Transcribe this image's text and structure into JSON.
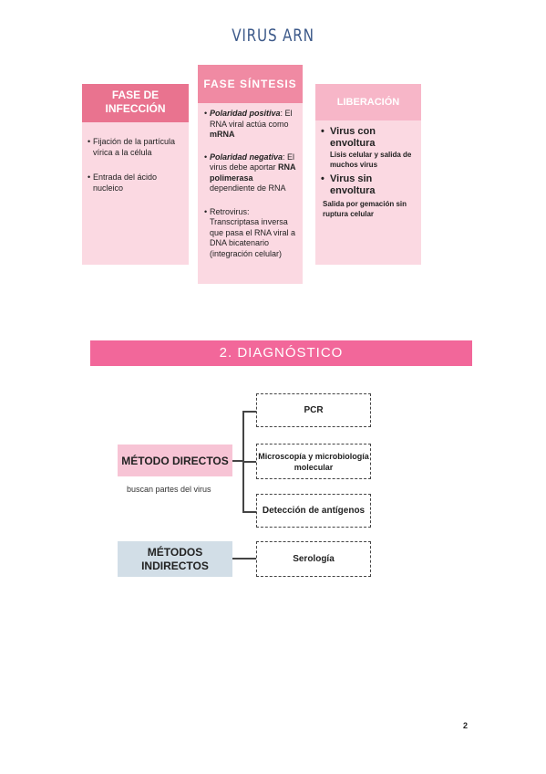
{
  "title": "VIRUS ARN",
  "phases": {
    "infeccion": {
      "label": "FASE DE INFECCIÓN",
      "items": [
        "Fijación de la partícula vírica a la célula",
        "Entrada del ácido nucleico"
      ]
    },
    "sintesis": {
      "label": "FASE SÍNTESIS",
      "pos_term": "Polaridad positiva",
      "pos_text": ": El RNA viral actúa como ",
      "pos_bold": "mRNA",
      "neg_term": "Polaridad negativa",
      "neg_text": ": El virus debe aportar ",
      "neg_bold": "RNA polimerasa",
      "neg_end": " dependiente de RNA",
      "retro": "Retrovirus: Transcriptasa inversa que pasa el RNA viral a DNA bicatenario (integración celular)"
    },
    "liberacion": {
      "label": "LIBERACIÓN",
      "with_env": "Virus con envoltura",
      "with_env_desc": "Lisis celular y salida de muchos virus",
      "without_env": "Virus sin envoltura",
      "without_env_desc": "Salida por gemación sin ruptura celular"
    }
  },
  "section": {
    "heading": "2. DIAGNÓSTICO"
  },
  "diagnostico": {
    "directos": "MÉTODO DIRECTOS",
    "directos_note": "buscan partes del virus",
    "directos_items": [
      "PCR",
      "Microscopía y microbiología molecular",
      "Detección de antígenos"
    ],
    "indirectos": "MÉTODOS INDIRECTOS",
    "indirectos_item": "Serología"
  },
  "page_number": "2",
  "colors": {
    "title": "#3d5a8a",
    "phase1": "#e9738f",
    "phase2": "#f08aa3",
    "phase3": "#f7b6c8",
    "column_bg": "#fbd9e2",
    "banner": "#f2679a",
    "directos_bg": "#f7c4d5",
    "indirectos_bg": "#d2dee7"
  }
}
